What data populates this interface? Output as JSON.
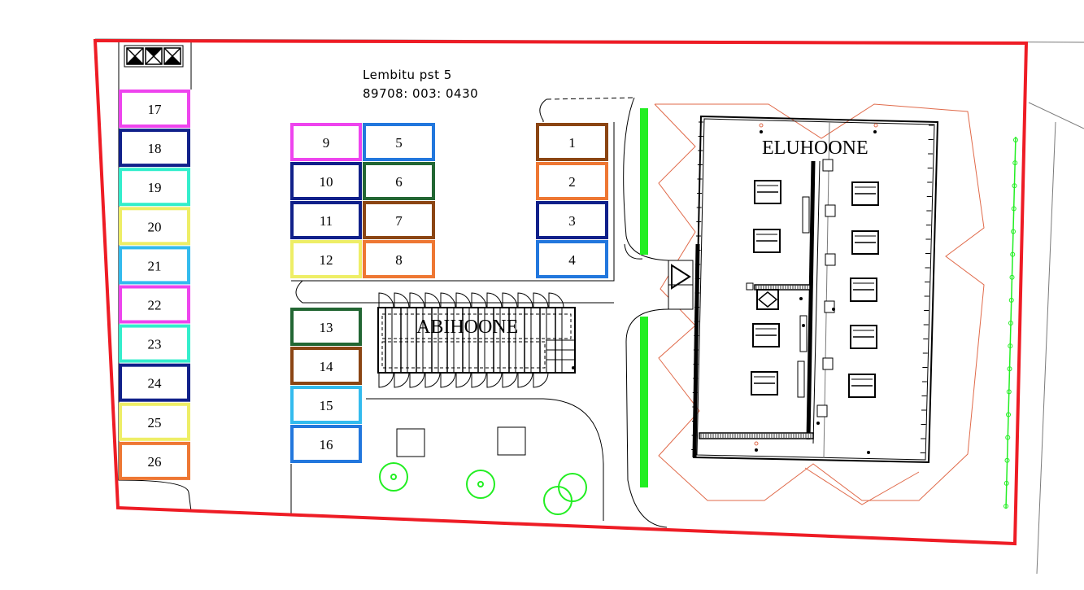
{
  "address": {
    "line1": "Lembitu pst 5",
    "line2": "89708: 003: 0430"
  },
  "buildings": {
    "main": "ELUHOONE",
    "auxiliary": "ABIHOONE"
  },
  "colors": {
    "boundary": "#ee1c25",
    "greenery": "#22ee22",
    "zone": "#e06a4a",
    "magenta": "#ee44ee",
    "navy": "#10208a",
    "aqua": "#33eecc",
    "yellow": "#eeee66",
    "sky": "#33bbee",
    "blue": "#2277dd",
    "green": "#226633",
    "brown": "#8b4513",
    "orange": "#ee7733"
  },
  "parking": {
    "left_column": [
      {
        "label": "17",
        "color": "magenta"
      },
      {
        "label": "18",
        "color": "navy"
      },
      {
        "label": "19",
        "color": "aqua"
      },
      {
        "label": "20",
        "color": "yellow"
      },
      {
        "label": "21",
        "color": "sky"
      },
      {
        "label": "22",
        "color": "magenta"
      },
      {
        "label": "23",
        "color": "aqua"
      },
      {
        "label": "24",
        "color": "navy"
      },
      {
        "label": "25",
        "color": "yellow"
      },
      {
        "label": "26",
        "color": "orange"
      }
    ],
    "middle_left": [
      {
        "label": "9",
        "color": "magenta"
      },
      {
        "label": "10",
        "color": "navy"
      },
      {
        "label": "11",
        "color": "navy"
      },
      {
        "label": "12",
        "color": "yellow"
      }
    ],
    "middle_right": [
      {
        "label": "5",
        "color": "blue"
      },
      {
        "label": "6",
        "color": "green"
      },
      {
        "label": "7",
        "color": "brown"
      },
      {
        "label": "8",
        "color": "orange"
      }
    ],
    "right_column": [
      {
        "label": "1",
        "color": "brown"
      },
      {
        "label": "2",
        "color": "orange"
      },
      {
        "label": "3",
        "color": "navy"
      },
      {
        "label": "4",
        "color": "blue"
      }
    ],
    "lower_column": [
      {
        "label": "13",
        "color": "green"
      },
      {
        "label": "14",
        "color": "brown"
      },
      {
        "label": "15",
        "color": "sky"
      },
      {
        "label": "16",
        "color": "blue"
      }
    ]
  }
}
